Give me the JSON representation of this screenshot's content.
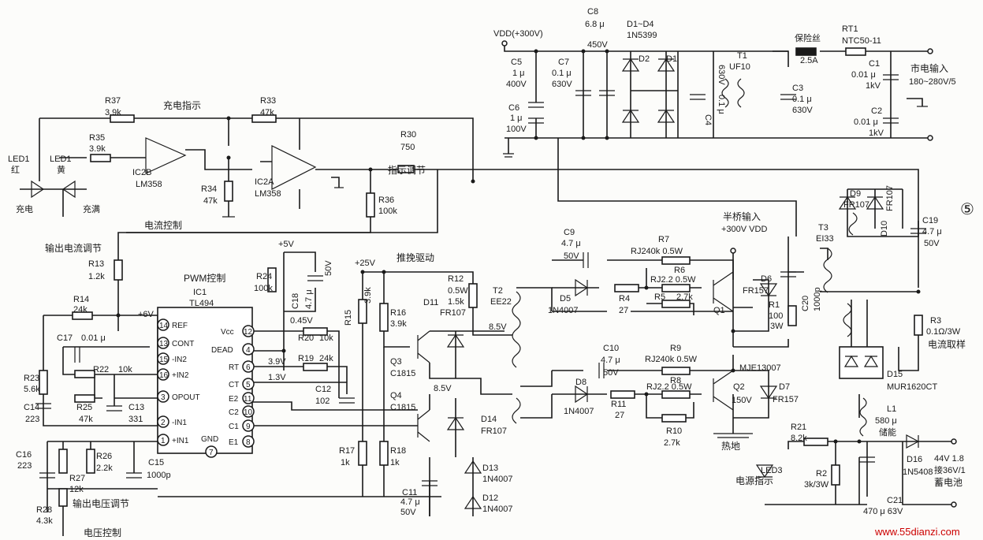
{
  "labels": {
    "vdd_top": "VDD(+300V)",
    "c8_name": "C8",
    "c8_val": "6.8 μ",
    "c8_v": "450V",
    "d1d4_name": "D1~D4",
    "d1d4_type": "1N5399",
    "d2": "D2",
    "d1": "D1",
    "t1_name": "T1",
    "t1_type": "UF10",
    "fuse_name": "保险丝",
    "fuse_val": "2.5A",
    "rt1_name": "RT1",
    "rt1_type": "NTC50-11",
    "ac_input": "市电输入",
    "ac_range": "180~280V/5",
    "c5_name": "C5",
    "c5_val": "1 μ",
    "c5_v": "400V",
    "c7_name": "C7",
    "c7_val": "0.1 μ",
    "c7_v": "630V",
    "c6_name": "C6",
    "c6_val": "1 μ",
    "c6_v": "100V",
    "c1_name": "C1",
    "c1_val": "0.01 μ",
    "c1_v": "1kV",
    "c2_name": "C2",
    "c2_val": "0.01 μ",
    "c2_v": "1kV",
    "c3_name": "C3",
    "c3_val": "0.1 μ",
    "c3_v": "630V",
    "c4_name": "C4",
    "c4_val": "0.1 μ",
    "c4_v": "630V",
    "r37_name": "R37",
    "r37_val": "3.9k",
    "charge_ind": "充电指示",
    "r33_name": "R33",
    "r33_val": "47k",
    "r35_name": "R35",
    "r35_val": "3.9k",
    "led1_a": "LED1",
    "led1_red": "红",
    "led1_b": "LED1",
    "led1_yel": "黄",
    "charging": "充电",
    "full": "充满",
    "ic2b": "IC2B",
    "lm358_b": "LM358",
    "ic2a": "IC2A",
    "lm358_a": "LM358",
    "r34_name": "R34",
    "r34_val": "47k",
    "r30_name": "R30",
    "r30_val": "750",
    "disp_adj": "指示调节",
    "r36_name": "R36",
    "r36_val": "100k",
    "cur_ctrl": "电流控制",
    "out_cur_adj": "输出电流调节",
    "r13_name": "R13",
    "r13_val": "1.2k",
    "pwm_ctrl": "PWM控制",
    "ic1_name": "IC1",
    "ic1_type": "TL494",
    "p5v": "+5V",
    "p25v": "+25V",
    "r24_name": "R24",
    "r24_val": "100k",
    "c18_name": "C18",
    "c18_val": "4.7 μ",
    "c18_v": "50V",
    "push_drive": "推挽驱动",
    "r12_name": "R12",
    "r12_val": "0.5W",
    "r12_res": "1.5k",
    "t2_name": "T2",
    "t2_type": "EE22",
    "r14_name": "R14",
    "r14_val": "24k",
    "p6v": "+6V",
    "c17_name": "C17",
    "c17_val": "0.01 μ",
    "r22_name": "R22",
    "r22_val": "10k",
    "r23_name": "R23",
    "r23_val": "5.6k",
    "c14_name": "C14",
    "c14_val": "223",
    "r25_name": "R25",
    "r25_val": "47k",
    "c13_name": "C13",
    "c13_val": "331",
    "c16_name": "C16",
    "c16_val": "223",
    "r26_name": "R26",
    "r26_val": "2.2k",
    "c15_name": "C15",
    "c15_val": "1000p",
    "r27_name": "R27",
    "r27_val": "12k",
    "r28_name": "R28",
    "r28_val": "4.3k",
    "out_volt_adj": "输出电压调节",
    "volt_ctrl": "电压控制",
    "d_045": "0.45V",
    "r20_name": "R20",
    "r20_val": "10k",
    "r19_name": "R19",
    "r19_val": "24k",
    "v39": "3.9V",
    "v13": "1.3V",
    "c12_name": "C12",
    "c12_val": "102",
    "r15_name": "R15",
    "r15_val": "3.9k",
    "r16_name": "R16",
    "r16_val": "3.9k",
    "d11_name": "D11",
    "d11_type": "FR107",
    "q3_name": "Q3",
    "q3_type": "C1815",
    "q4_name": "Q4",
    "q4_type": "C1815",
    "v85a": "8.5V",
    "v85b": "8.5V",
    "d14_name": "D14",
    "d14_type": "FR107",
    "d13_name": "D13",
    "d13_type": "1N4007",
    "d12_name": "D12",
    "d12_type": "1N4007",
    "r17_name": "R17",
    "r17_val": "1k",
    "r18_name": "R18",
    "r18_val": "1k",
    "c11_name": "C11",
    "c11_val": "4.7 μ",
    "c11_v": "50V",
    "c9_name": "C9",
    "c9_val": "4.7 μ",
    "c9_v": "50V",
    "r7_name": "R7",
    "r7_val": "RJ240k 0.5W",
    "r6_name": "R6",
    "r6_val": "RJ2.2 0.5W",
    "r5_name": "R5",
    "r5_val": "2.7k",
    "r4_name": "R4",
    "r4_val": "27",
    "d5_name": "D5",
    "d5_type": "1N4007",
    "halfbridge_in": "半桥输入",
    "halfbridge_v": "+300V VDD",
    "q1_name": "Q1",
    "d6_name": "D6",
    "d6_type": "FR157",
    "r1_name": "R1",
    "r1_val": "100",
    "r1_w": "3W",
    "c20_name": "C20",
    "c20_val": "1000p",
    "t3_name": "T3",
    "t3_type": "EI33",
    "d9_name": "D9",
    "d9_type": "FR107",
    "d10_name": "D10",
    "d10_type": "FR107",
    "c19_name": "C19",
    "c19_val": "4.7 μ",
    "c19_v": "50V",
    "r3_name": "R3",
    "r3_val": "0.1Ω/3W",
    "cur_sample": "电流取样",
    "d15_name": "D15",
    "d15_type": "MUR1620CT",
    "c10_name": "C10",
    "c10_val": "4.7 μ",
    "c10_v": "50V",
    "r9_name": "R9",
    "r9_val": "RJ240k 0.5W",
    "r8_name": "R8",
    "r8_val": "RJ2.2 0.5W",
    "r10_name": "R10",
    "r10_val": "2.7k",
    "r11_name": "R11",
    "r11_val": "27",
    "d8_name": "D8",
    "d8_type": "1N4007",
    "q2_name": "Q2",
    "q2_type": "MJE13007",
    "q2_v": "150V",
    "d7_name": "D7",
    "d7_type": "FR157",
    "heatsink": "热地",
    "l1_name": "L1",
    "l1_val": "580 μ",
    "l1_type": "储能",
    "r21_name": "R21",
    "r21_val": "8.2k",
    "led3_name": "LED3",
    "power_ind": "电源指示",
    "r2_name": "R2",
    "r2_val": "3k/3W",
    "d16_name": "D16",
    "d16_type": "1N5408",
    "c21_name": "C21",
    "c21_val": "470 μ 63V",
    "out_v": "44V 1.8",
    "out_batt1": "接36V/1",
    "out_batt2": "蓄电池",
    "figure_no": "⑤",
    "watermark": "www.55dianzi.com",
    "ic_pins": {
      "p14": "14",
      "p13": "13",
      "p15": "15",
      "p16": "16",
      "p3": "3",
      "p2": "2",
      "p1": "1",
      "p12": "12",
      "p4": "4",
      "p6": "6",
      "p5": "5",
      "p11": "11",
      "p10": "10",
      "p9": "9",
      "p8": "8",
      "p7": "7",
      "ref": "REF",
      "cont": "CONT",
      "in2m": "-IN2",
      "in2p": "+IN2",
      "opout": "OPOUT",
      "in1m": "-IN1",
      "in1p": "+IN1",
      "vcc": "Vcc",
      "dead": "DEAD",
      "rt": "RT",
      "ct": "CT",
      "e2": "E2",
      "c2": "C2",
      "c1": "C1",
      "e1": "E1",
      "gnd": "GND"
    }
  }
}
